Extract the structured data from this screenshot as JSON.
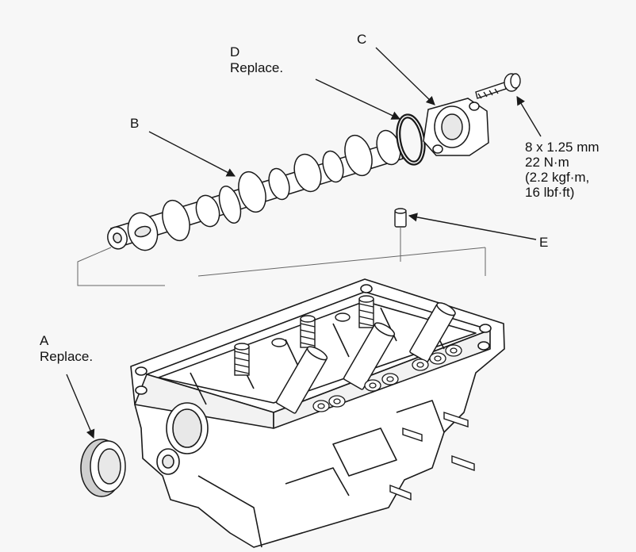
{
  "labels": {
    "a": {
      "letter": "A",
      "note": "Replace."
    },
    "b": {
      "letter": "B"
    },
    "c": {
      "letter": "C"
    },
    "d": {
      "letter": "D",
      "note": "Replace."
    },
    "e": {
      "letter": "E"
    }
  },
  "bolt_spec": {
    "size": "8 x 1.25 mm",
    "torque_nm": "22 N·m",
    "torque_kgf": "(2.2 kgf·m,",
    "torque_lbf": "16 lbf·ft)"
  },
  "colors": {
    "background": "#f7f7f7",
    "line": "#1a1a1a",
    "fill": "#ffffff",
    "shade": "#cfcfcf"
  }
}
